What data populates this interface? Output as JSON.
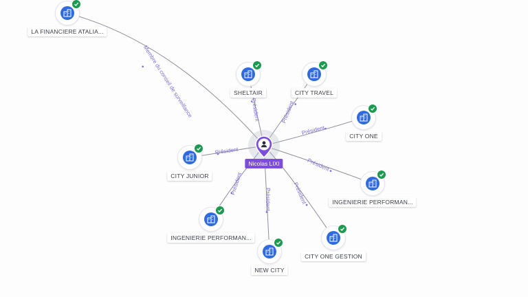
{
  "person": {
    "name": "Nicolas LIXI",
    "icon": "person-icon"
  },
  "companies": [
    {
      "id": "la-financiere",
      "label": "LA FINANCIERE ATALIA...",
      "relation": "Membre du conseil de surveillance",
      "icon": "building-icon",
      "verified": true
    },
    {
      "id": "sheltair",
      "label": "SHELTAIR",
      "relation": "Président",
      "icon": "building-icon",
      "verified": true
    },
    {
      "id": "city-travel",
      "label": "CITY TRAVEL",
      "relation": "Président",
      "icon": "building-icon",
      "verified": true
    },
    {
      "id": "city-one",
      "label": "CITY ONE",
      "relation": "Président",
      "icon": "building-icon",
      "verified": true
    },
    {
      "id": "city-junior",
      "label": "CITY JUNIOR",
      "relation": "Président",
      "icon": "building-icon",
      "verified": true
    },
    {
      "id": "ingenierie-right",
      "label": "INGENIERIE PERFORMAN...",
      "relation": "Président",
      "icon": "building-icon",
      "verified": true
    },
    {
      "id": "ingenierie-left",
      "label": "INGENIERIE PERFORMAN...",
      "relation": "Président",
      "icon": "building-icon",
      "verified": true
    },
    {
      "id": "new-city",
      "label": "NEW CITY",
      "relation": "Président",
      "icon": "building-icon",
      "verified": true
    },
    {
      "id": "city-one-gestion",
      "label": "CITY ONE GESTION",
      "relation": "Président",
      "icon": "building-icon",
      "verified": true
    }
  ],
  "colors": {
    "company_badge": "#2f6bde",
    "verified_check": "#1d9a52",
    "person_pin": "#7c4ddc",
    "edge_label": "#7c6fd8",
    "edge_line": "#8c8f9c"
  }
}
